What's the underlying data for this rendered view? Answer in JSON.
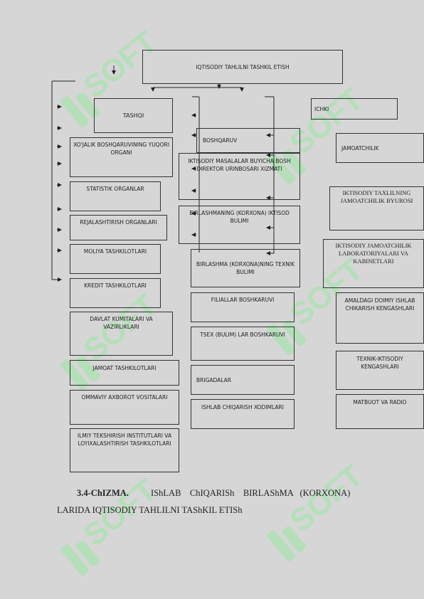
{
  "diagram": {
    "title": "IQTISODIY  TAHLILNI  TASHKIL  ETISH",
    "left_header": "TASHQI",
    "right_header": "ICHKI",
    "left_items": [
      "XO'JALIK BOSHQARUVINING YUQORI ORGANI",
      "STATISTIK  ORGANLAR",
      "REJALASHTIRISH ORGANLARI",
      "MOLIYA  TASHKILOTLARI",
      "KREDIT TASHKILOTLARI",
      "DAVLAT KUMITALARI VA VAZIRLIKLARI",
      "JAMOAT  TASHKILOTLARI",
      "OMMAVIY  AXBOROT VOSITALARI",
      "ILMIY TEKSHIRISH INSTITUTLARI VA LOYIXALASHTIRISH TASHKILOTLARI"
    ],
    "middle_items": [
      "BOSHQARUV",
      "IKTISODIY MASALALAR BUYICHA BOSH DIREKTOR URINBOSARI XIZMATI",
      "BIRLASHMANING (KORXONA) IKTISOD BULIMI",
      "BIRLASHMA (KORXONA)NING TEXNIK  BULIMI",
      "FILIALLAR  BOSHKARUVI",
      "TSEX (BULIM) LAR BOSHKARUVI",
      "BRIGADALAR",
      "ISHLAB CHIQARISH XODIMLARI"
    ],
    "right_items": [
      "JAMOATCHILIK",
      "IKTISODIY  TAXLILNING JAMOATCHILIK BYUROSI",
      "IKTISODIY  JAMOATCHILIK LABORATORIYALARI VA KABINETLARI",
      "AMALDAGI  DOIMIY ISHLAB  CHIKARISH KENGASHLARI",
      "TEXNIK-IKTISODIY KENGASHLARI",
      "MATBUOT  VA  RADIO"
    ]
  },
  "caption": {
    "label": "3.4-ChIZMA.",
    "line1": "IShLAB    ChIQARISh    BIRLAShMA   (KORXONA)",
    "line2": "LARIDA  IQTISODIY  TAHLILNI  TAShKIL  ETISh"
  },
  "watermark": {
    "text": "SOFT",
    "color": "#9be7a3"
  }
}
